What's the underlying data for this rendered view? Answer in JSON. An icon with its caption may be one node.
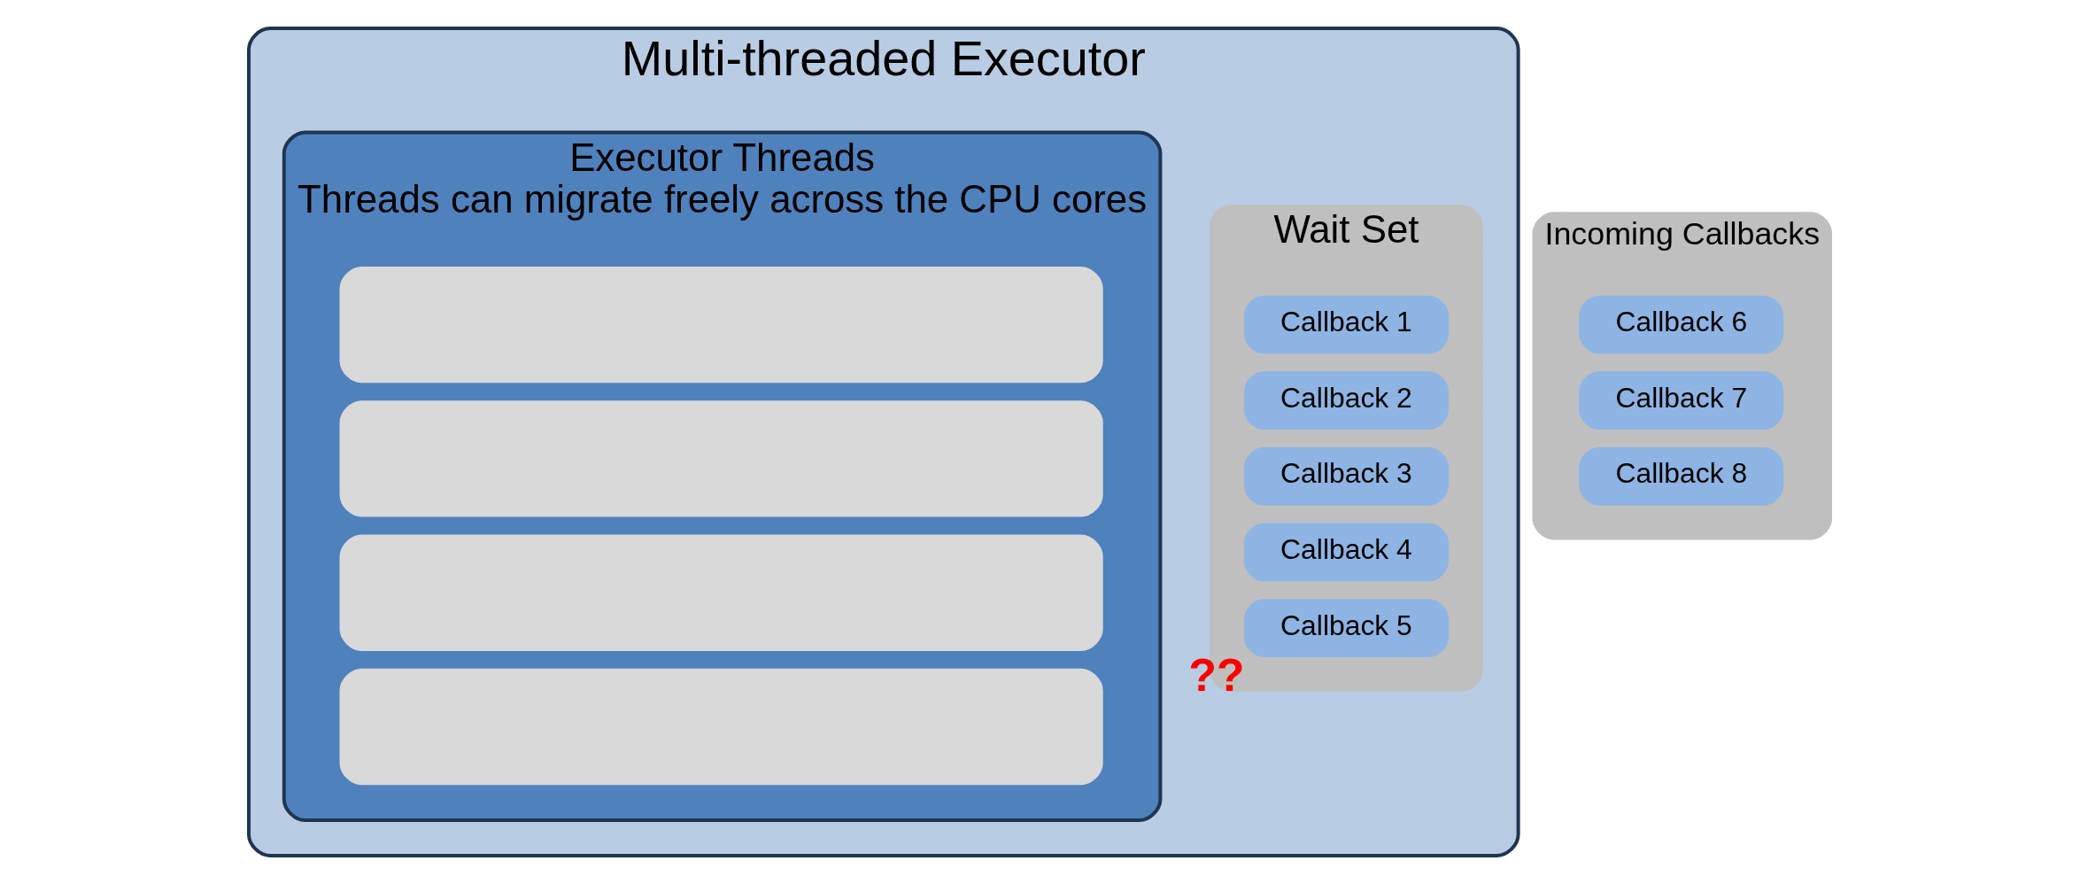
{
  "diagram": {
    "nodes": [
      {
        "text": [
          "Multi-threaded Executor"
        ]
      },
      {
        "text": [
          "Executor Threads",
          "Threads can migrate freely across the CPU cores"
        ],
        "in": 0
      },
      {
        "text": [],
        "shape": "box",
        "in": 1
      },
      {
        "text": [],
        "shape": "box",
        "in": 1
      },
      {
        "text": [],
        "shape": "box",
        "in": 1
      },
      {
        "text": [],
        "shape": "box",
        "in": 1
      },
      {
        "text": [
          "Wait Set"
        ],
        "in": 0
      },
      {
        "text": [
          "Callback 1"
        ],
        "in": 6
      },
      {
        "text": [
          "Callback 2"
        ],
        "in": 6
      },
      {
        "text": [
          "Callback 3"
        ],
        "in": 6
      },
      {
        "text": [
          "Callback 4"
        ],
        "in": 6
      },
      {
        "text": [
          "Callback 5"
        ],
        "in": 6,
        "beside": [
          "??"
        ]
      },
      {
        "text": [
          "Incoming Callbacks"
        ]
      },
      {
        "text": [
          "Callback 6"
        ],
        "in": 12
      },
      {
        "text": [
          "Callback 7"
        ],
        "in": 12
      },
      {
        "text": [
          "Callback 8"
        ],
        "in": 12
      }
    ],
    "edges": []
  }
}
